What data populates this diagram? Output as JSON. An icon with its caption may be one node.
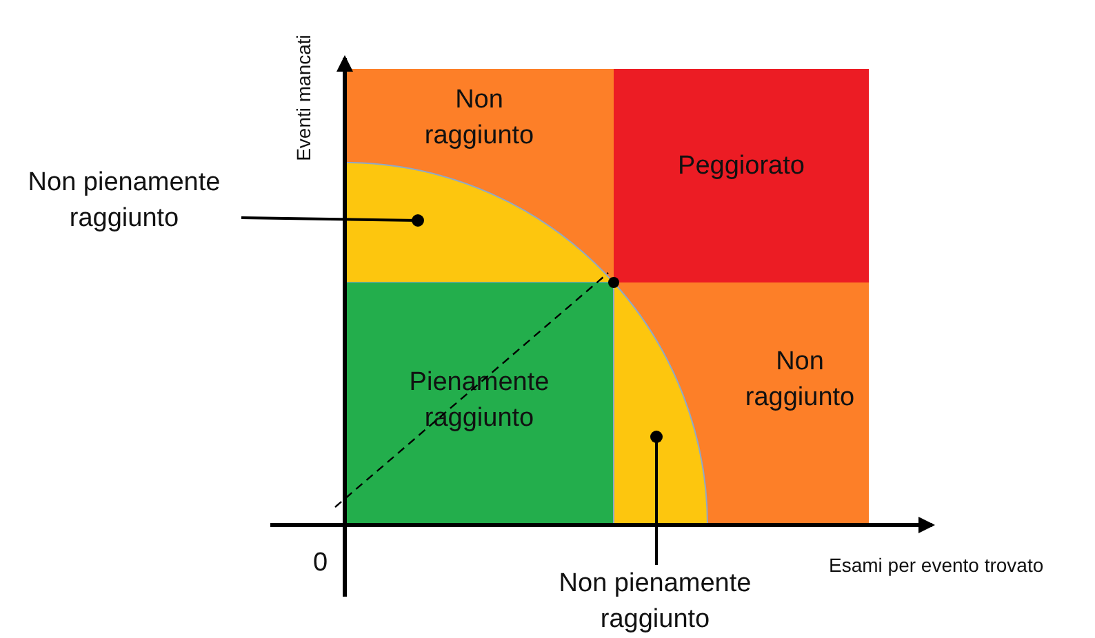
{
  "diagram": {
    "nodes": [
      {
        "text": [
          "Non raggiunto"
        ]
      },
      {
        "text": [
          "Peggiorato"
        ]
      },
      {
        "text": [
          "Pienamente raggiunto"
        ]
      },
      {
        "text": [
          "Non raggiunto"
        ]
      },
      {
        "text": [
          "Non pienamente raggiunto"
        ]
      },
      {
        "text": [],
        "shape": "sector",
        "in": 0
      },
      {
        "text": [
          "Non pienamente raggiunto"
        ]
      },
      {
        "text": [],
        "shape": "sector",
        "in": 3
      }
    ],
    "edges": [
      {
        "from": 4,
        "to": 5,
        "arrow": "other"
      },
      {
        "from": 6,
        "to": 7,
        "arrow": "other"
      }
    ],
    "labels": [
      "Eventi mancati",
      "0",
      "Esami per evento trovato"
    ]
  }
}
